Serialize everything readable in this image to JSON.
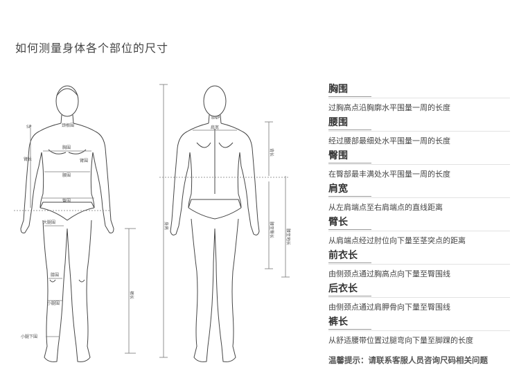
{
  "title": "如何测量身体各个部位的尺寸",
  "front_labels": {
    "neck": "颈根围",
    "sp": "SP",
    "arm": "臂长",
    "chest": "胸围",
    "upper_arm": "臂围",
    "waist": "腰围",
    "hip": "臀围",
    "thigh": "大腿围",
    "knee": "膝围",
    "calf": "小腿围",
    "ankle": "小腿下围",
    "pants": "裤长"
  },
  "back_labels": {
    "bnp": "BNP",
    "shoulder": "肩宽",
    "back": "背长",
    "height": "身高",
    "waist_back": "腰至臀长",
    "waist_to_floor": "腰至地长"
  },
  "guide": [
    {
      "name": "胸围",
      "desc": "过胸高点沿胸廓水平围量一周的长度"
    },
    {
      "name": "腰围",
      "desc": "经过腰部最细处水平围量一周的长度"
    },
    {
      "name": "臀围",
      "desc": "在臀部最丰满处水平围量一周的长度"
    },
    {
      "name": "肩宽",
      "desc": "从左肩端点至右肩端点的直线距离"
    },
    {
      "name": "臂长",
      "desc": "从肩端点经过肘位向下量至茎突点的距离"
    },
    {
      "name": "前衣长",
      "desc": "由侧颈点通过胸高点向下量至臀围线"
    },
    {
      "name": "后衣长",
      "desc": "由侧颈点通过肩胛骨向下量至臀围线"
    },
    {
      "name": "裤长",
      "desc": "从舒适腰带位置过腿弯向下量至脚踝的长度"
    }
  ],
  "tip": "温馨提示：请联系客服人员咨询尺码相关问题"
}
